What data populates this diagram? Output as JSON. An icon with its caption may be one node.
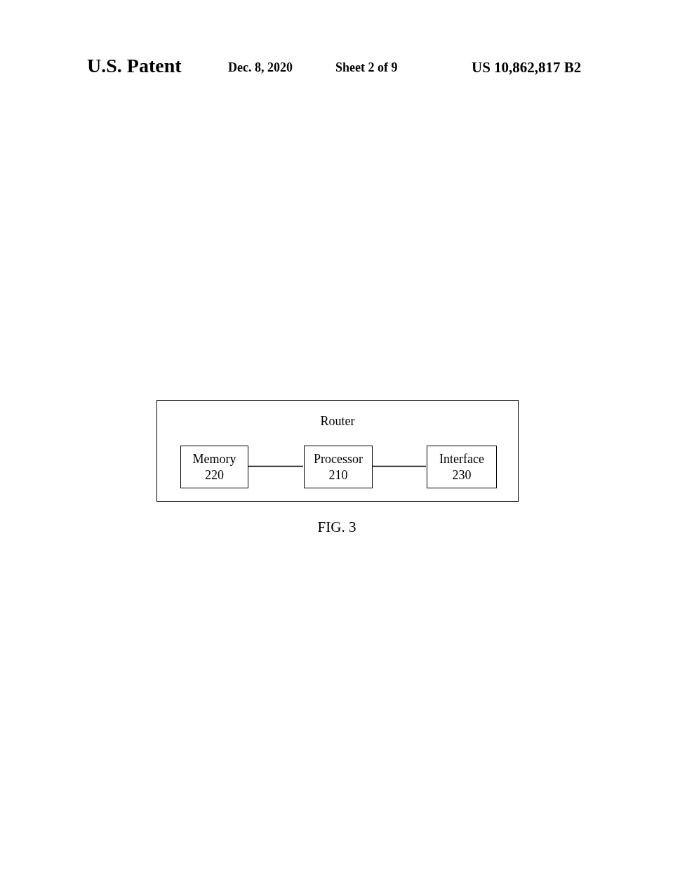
{
  "diagram": {
    "caption": "FIG. 3",
    "nodes": [
      {
        "text": [
          "Router"
        ]
      },
      {
        "text": [
          "Memory",
          "220"
        ],
        "in": 0
      },
      {
        "text": [
          "Processor",
          "210"
        ],
        "in": 0
      },
      {
        "text": [
          "Interface",
          "230"
        ],
        "in": 0
      }
    ],
    "edges": [
      {
        "from": 1,
        "to": 2,
        "arrow": "none"
      },
      {
        "from": 2,
        "to": 3,
        "arrow": "none"
      }
    ],
    "labels": [
      "U.S. Patent",
      "Dec. 8, 2020",
      "Sheet 2 of 9",
      "US 10,862,817 B2"
    ]
  }
}
